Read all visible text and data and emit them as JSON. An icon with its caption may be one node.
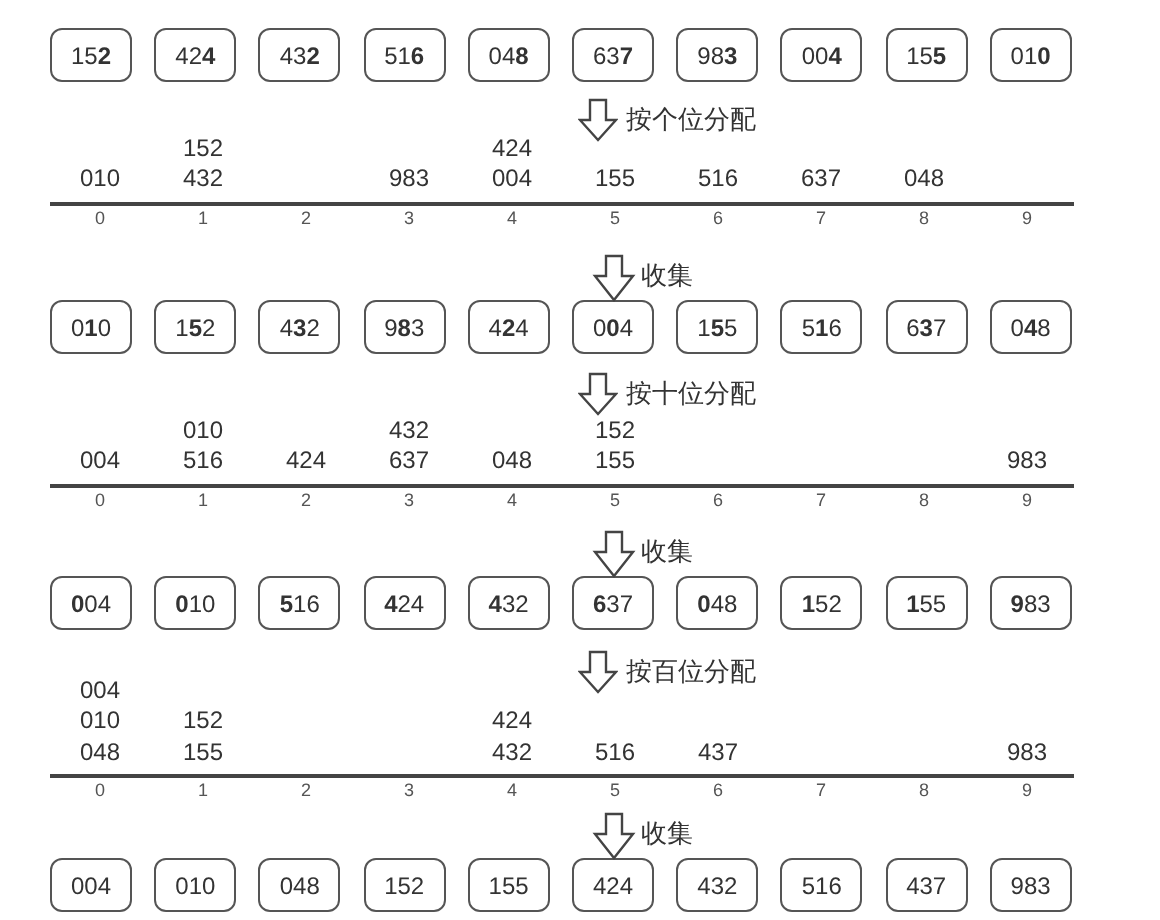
{
  "diagram": {
    "nodes": [
      {
        "text": [
          "15**2**"
        ]
      },
      {
        "text": [
          "42**4**"
        ]
      },
      {
        "text": [
          "43**2**"
        ]
      },
      {
        "text": [
          "51**6**"
        ]
      },
      {
        "text": [
          "04**8**"
        ]
      },
      {
        "text": [
          "63**7**"
        ]
      },
      {
        "text": [
          "98**3**"
        ]
      },
      {
        "text": [
          "00**4**"
        ]
      },
      {
        "text": [
          "15**5**"
        ]
      },
      {
        "text": [
          "01**0**"
        ]
      },
      {
        "text": [
          "0**1**0"
        ]
      },
      {
        "text": [
          "1**5**2"
        ]
      },
      {
        "text": [
          "4**3**2"
        ]
      },
      {
        "text": [
          "9**8**3"
        ]
      },
      {
        "text": [
          "4**2**4"
        ]
      },
      {
        "text": [
          "0**0**4"
        ]
      },
      {
        "text": [
          "1**5**5"
        ]
      },
      {
        "text": [
          "5**1**6"
        ]
      },
      {
        "text": [
          "6**3**7"
        ]
      },
      {
        "text": [
          "0**4**8"
        ]
      },
      {
        "text": [
          "**0**04"
        ]
      },
      {
        "text": [
          "**0**10"
        ]
      },
      {
        "text": [
          "**5**16"
        ]
      },
      {
        "text": [
          "**4**24"
        ]
      },
      {
        "text": [
          "**4**32"
        ]
      },
      {
        "text": [
          "**6**37"
        ]
      },
      {
        "text": [
          "**0**48"
        ]
      },
      {
        "text": [
          "**1**52"
        ]
      },
      {
        "text": [
          "**1**55"
        ]
      },
      {
        "text": [
          "**9**83"
        ]
      },
      {
        "text": [
          "004"
        ]
      },
      {
        "text": [
          "010"
        ]
      },
      {
        "text": [
          "048"
        ]
      },
      {
        "text": [
          "152"
        ]
      },
      {
        "text": [
          "155"
        ]
      },
      {
        "text": [
          "424"
        ]
      },
      {
        "text": [
          "432"
        ]
      },
      {
        "text": [
          "516"
        ]
      },
      {
        "text": [
          "437"
        ]
      },
      {
        "text": [
          "983"
        ]
      }
    ],
    "edges": [
      {
        "from": null,
        "to": 15,
        "arrow": "to",
        "label": "收集"
      },
      {
        "from": null,
        "to": 25,
        "arrow": "to",
        "label": "收集"
      },
      {
        "from": null,
        "to": 35,
        "arrow": "to",
        "label": "收集"
      }
    ],
    "labels": [
      "按个位分配",
      "152",
      "424",
      "010",
      "432",
      "983",
      "004",
      "155",
      "516",
      "637",
      "048",
      "0",
      "1",
      "2",
      "3",
      "4",
      "5",
      "6",
      "7",
      "8",
      "9",
      "按十位分配",
      "010",
      "432",
      "152",
      "004",
      "516",
      "424",
      "637",
      "048",
      "155",
      "983",
      "0",
      "1",
      "2",
      "3",
      "4",
      "5",
      "6",
      "7",
      "8",
      "9",
      "按百位分配",
      "004",
      "010",
      "152",
      "424",
      "048",
      "155",
      "432",
      "516",
      "437",
      "983",
      "0",
      "1",
      "2",
      "3",
      "4",
      "5",
      "6",
      "7",
      "8",
      "9"
    ]
  }
}
